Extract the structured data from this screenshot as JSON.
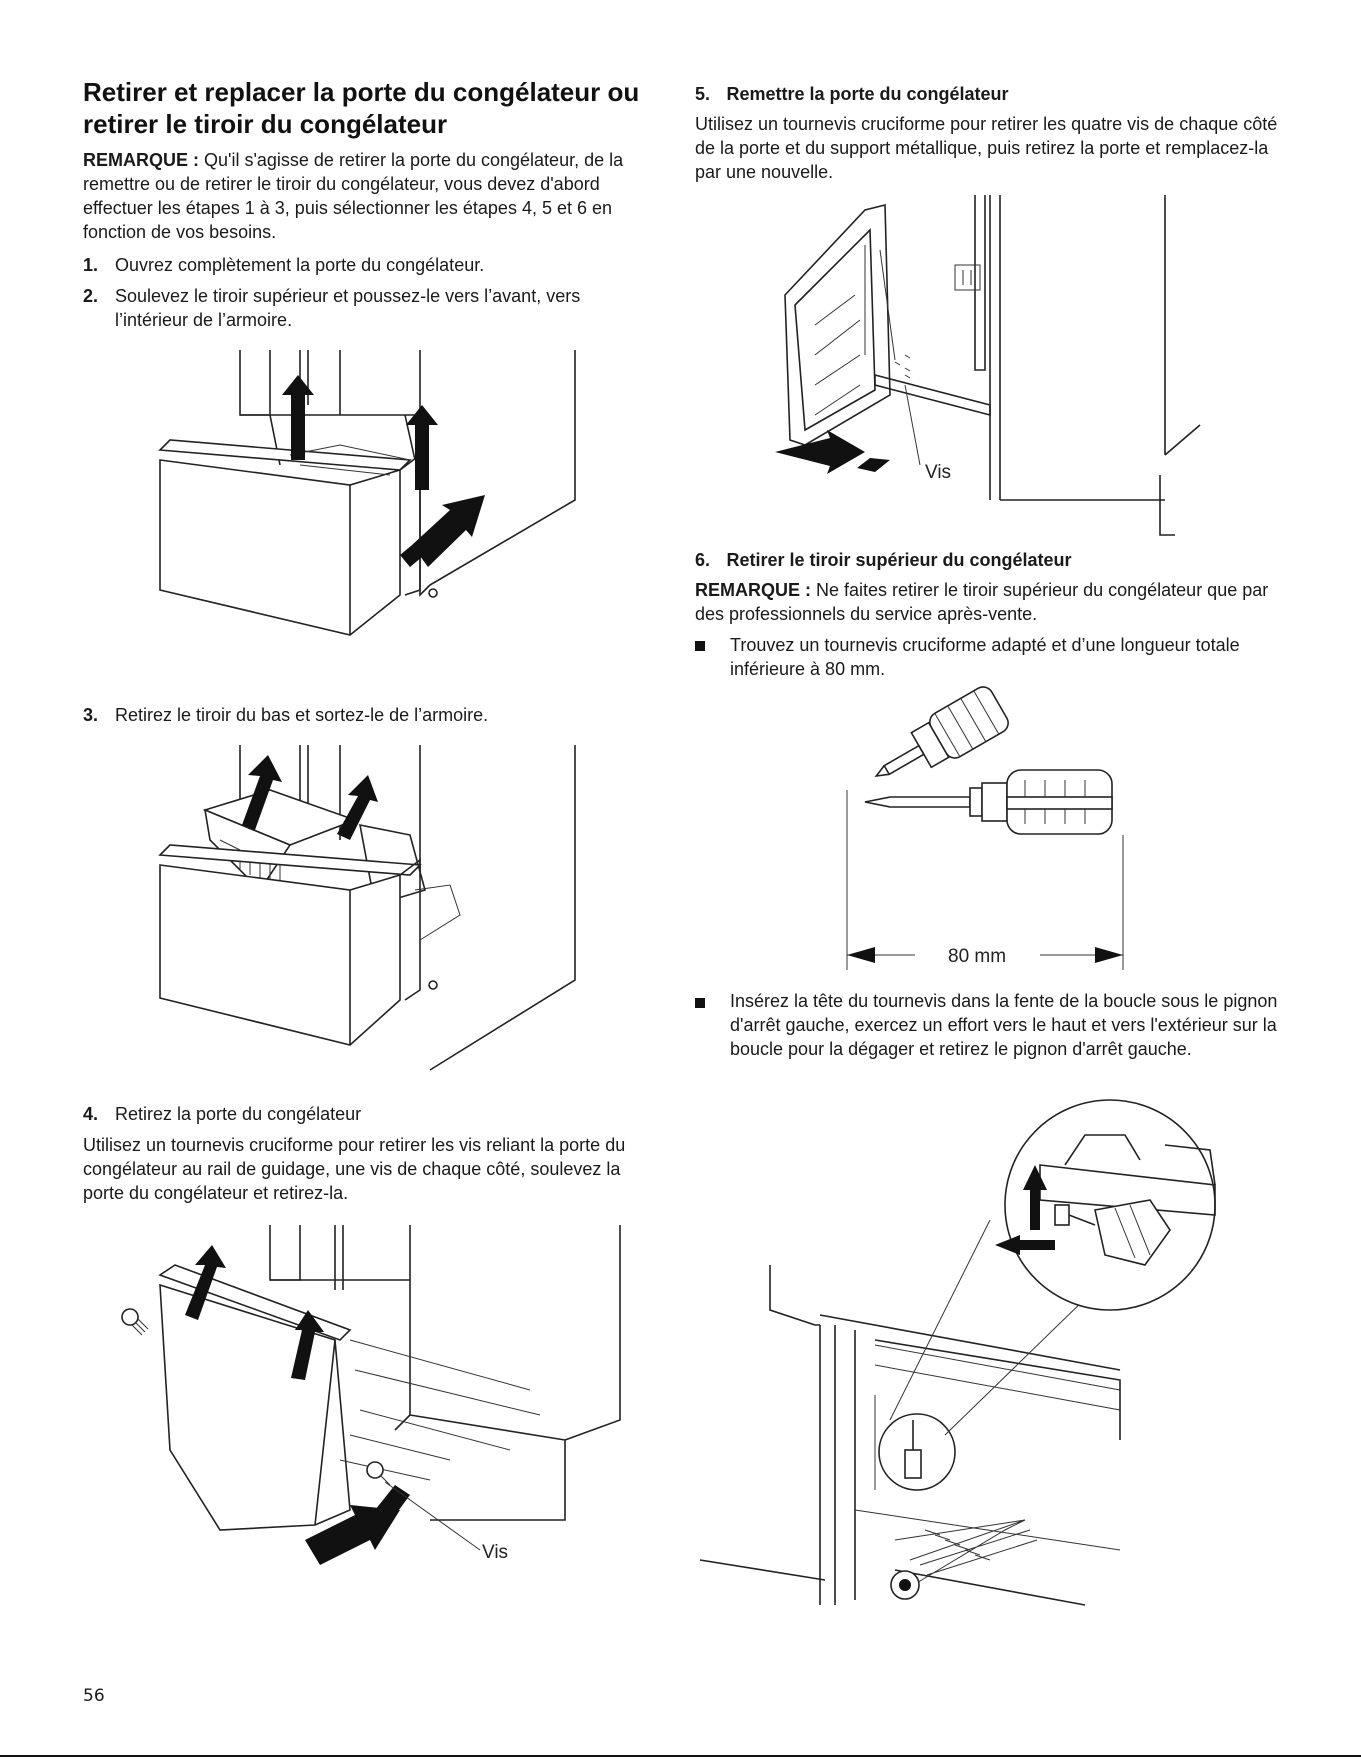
{
  "left": {
    "title": "Retirer et replacer la porte du congélateur ou retirer le tiroir du congélateur",
    "note_label": "REMARQUE :",
    "note_text": " Qu'il s'agisse de retirer la porte du congélateur, de la remettre ou de retirer le tiroir du congélateur, vous devez d'abord effectuer les étapes 1 à 3, puis sélectionner les étapes 4, 5 et 6 en fonction de vos besoins.",
    "steps": [
      {
        "num": "1.",
        "text": "Ouvrez complètement la porte du congélateur."
      },
      {
        "num": "2.",
        "text": "Soulevez le tiroir supérieur et poussez-le vers l’avant, vers l’intérieur de l’armoire."
      },
      {
        "num": "3.",
        "text": "Retirez le tiroir du bas et sortez-le de l’armoire."
      },
      {
        "num": "4.",
        "text": "Retirez la porte du congélateur"
      }
    ],
    "step4_desc": "Utilisez un tournevis cruciforme pour retirer les vis reliant la porte du congélateur au rail de guidage, une vis de chaque côté, soulevez la porte du congélateur et retirez-la.",
    "fig4_label": "Vis"
  },
  "right": {
    "step5_num": "5.",
    "step5_title": "Remettre la porte du congélateur",
    "step5_desc": "Utilisez un tournevis cruciforme pour retirer les quatre vis de chaque côté de la porte et du support métallique, puis retirez la porte et remplacez-la par une nouvelle.",
    "fig5_label": "Vis",
    "step6_num": "6.",
    "step6_title": "Retirer le tiroir supérieur du congélateur",
    "note_label": "REMARQUE :",
    "note_text": " Ne faites retirer le tiroir supérieur du congélateur que par des professionnels du service après-vente.",
    "bullet1": "Trouvez un tournevis cruciforme adapté et d’une longueur totale inférieure à 80 mm.",
    "dimension_label": "80 mm",
    "bullet2": "Insérez la tête du tournevis dans la fente de la boucle sous le pignon d'arrêt gauche, exercez un effort vers le haut et vers l'extérieur sur la boucle pour la dégager et retirez le pignon d'arrêt gauche."
  },
  "page_number": "56"
}
